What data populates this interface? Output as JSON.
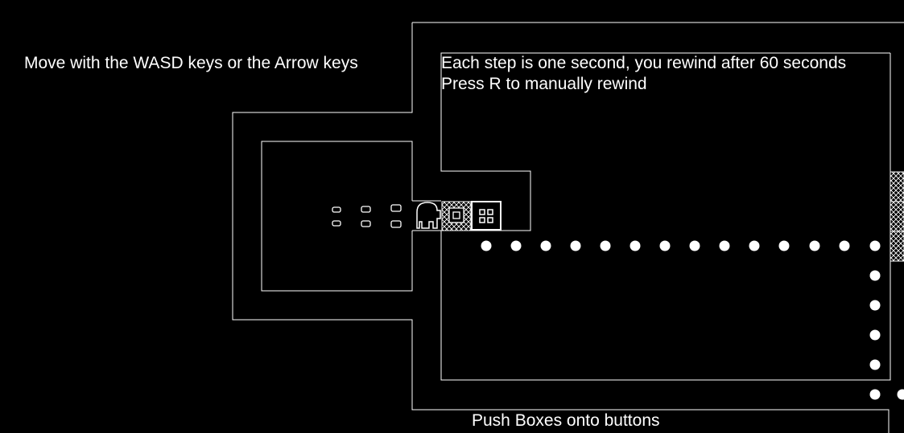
{
  "colors": {
    "background": "#000000",
    "foreground": "#ffffff"
  },
  "instructions": {
    "move": "Move with the WASD keys or the Arrow keys",
    "steps": "Each step is one second, you rewind after 60 seconds",
    "rewind": "Press R to manually rewind",
    "push": "Push Boxes onto buttons"
  },
  "entities": {
    "player_icon": "ghost-player-icon",
    "trail_icon": "footprint-icon",
    "box_icon": "crosshatch-box-icon",
    "button_icon": "pressure-button-icon",
    "block_icon": "four-square-block-icon",
    "path_icon": "dot-marker-icon"
  }
}
